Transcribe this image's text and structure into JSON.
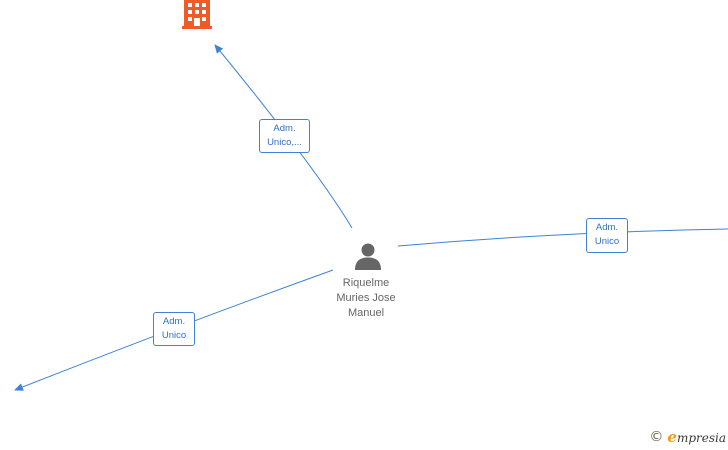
{
  "colors": {
    "edge": "#3f82d6",
    "company_icon": "#f05a28",
    "person_icon": "#666666",
    "brand_accent": "#f19a14"
  },
  "center_node": {
    "name_lines": [
      "Riquelme",
      "Muries Jose",
      "Manuel"
    ],
    "icon": "person-icon"
  },
  "nodes": [
    {
      "id": "company-top",
      "icon": "building-icon"
    }
  ],
  "edges": [
    {
      "id": "edge-top",
      "label_lines": [
        "Adm.",
        "Unico,..."
      ]
    },
    {
      "id": "edge-right",
      "label_lines": [
        "Adm.",
        "Unico"
      ]
    },
    {
      "id": "edge-left",
      "label_lines": [
        "Adm.",
        "Unico"
      ]
    }
  ],
  "watermark": {
    "copyright_symbol": "©",
    "brand_initial": "e",
    "brand_rest": "mpresia"
  }
}
